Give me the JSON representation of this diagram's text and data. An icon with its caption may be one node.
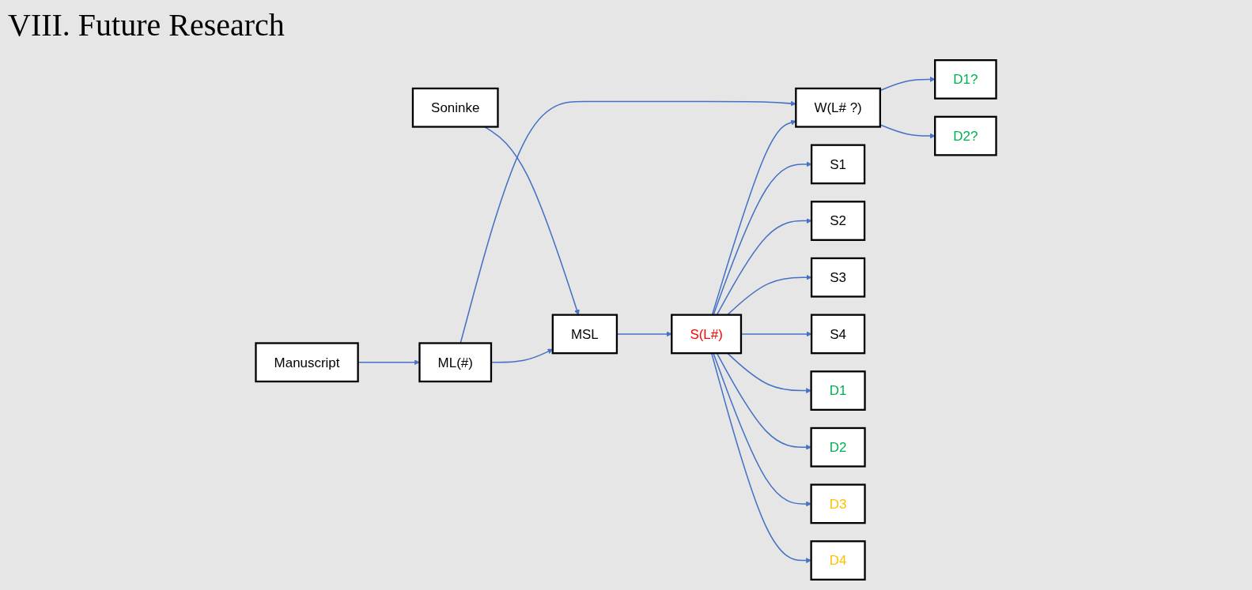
{
  "diagram": {
    "title": "VIII. Future Research",
    "nodes": [
      {
        "text": [
          "Soninke"
        ]
      },
      {
        "text": [
          "MSL"
        ]
      },
      {
        "text": [
          "Manuscript"
        ]
      },
      {
        "text": [
          "ML(#)"
        ]
      },
      {
        "text": [
          "S(L#)"
        ]
      },
      {
        "text": [
          "W(L# ?)"
        ]
      },
      {
        "text": [
          "S1"
        ]
      },
      {
        "text": [
          "S2"
        ]
      },
      {
        "text": [
          "S3"
        ]
      },
      {
        "text": [
          "S4"
        ]
      },
      {
        "text": [
          "D1"
        ]
      },
      {
        "text": [
          "D2"
        ]
      },
      {
        "text": [
          "D3"
        ]
      },
      {
        "text": [
          "D4"
        ]
      },
      {
        "text": [
          "D1?"
        ]
      },
      {
        "text": [
          "D2?"
        ]
      }
    ],
    "edges": [
      {
        "from": 0,
        "to": 1,
        "arrow": "to"
      },
      {
        "from": 1,
        "to": 4,
        "arrow": "to"
      },
      {
        "from": 2,
        "to": 3,
        "arrow": "to"
      },
      {
        "from": 3,
        "to": 1,
        "arrow": "to"
      },
      {
        "from": 3,
        "to": 5,
        "arrow": "to"
      },
      {
        "from": 4,
        "to": 5,
        "arrow": "to"
      },
      {
        "from": 4,
        "to": 6,
        "arrow": "to"
      },
      {
        "from": 4,
        "to": 7,
        "arrow": "to"
      },
      {
        "from": 4,
        "to": 8,
        "arrow": "to"
      },
      {
        "from": 4,
        "to": 9,
        "arrow": "to"
      },
      {
        "from": 4,
        "to": 10,
        "arrow": "to"
      },
      {
        "from": 4,
        "to": 11,
        "arrow": "to"
      },
      {
        "from": 4,
        "to": 12,
        "arrow": "to"
      },
      {
        "from": 4,
        "to": 13,
        "arrow": "to"
      },
      {
        "from": 5,
        "to": 14,
        "arrow": "to"
      },
      {
        "from": 5,
        "to": 15,
        "arrow": "to"
      }
    ]
  }
}
